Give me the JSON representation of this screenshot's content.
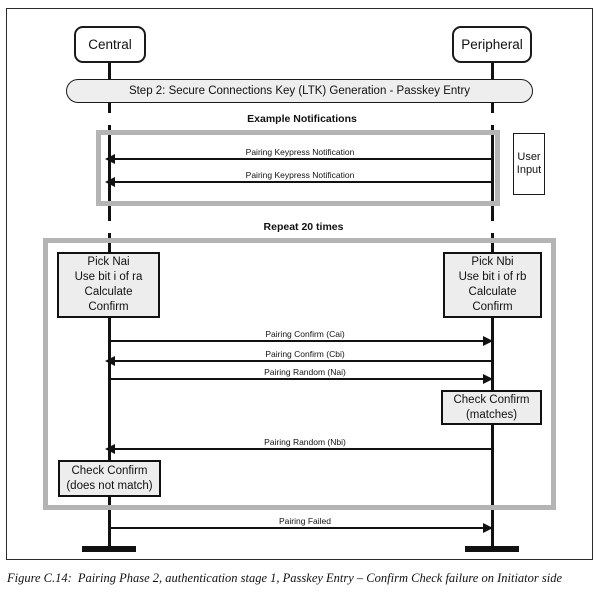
{
  "figure": {
    "caption_label": "Figure C.14:",
    "caption_text": "Pairing Phase 2, authentication stage 1, Passkey Entry – Confirm Check failure on Initiator side"
  },
  "actors": {
    "left": "Central",
    "right": "Peripheral"
  },
  "step_banner": {
    "label": "Step 2: Secure Connections Key (LTK) Generation - Passkey Entry"
  },
  "groups": {
    "notifications": {
      "title": "Example Notifications"
    },
    "repeat": {
      "title": "Repeat 20 times"
    }
  },
  "side_note": {
    "line1": "User",
    "line2": "Input"
  },
  "messages": [
    {
      "id": "keypress-1",
      "label": "Pairing Keypress Notification",
      "direction": "right-to-left"
    },
    {
      "id": "keypress-2",
      "label": "Pairing Keypress Notification",
      "direction": "right-to-left"
    },
    {
      "id": "pairing-confirm-cai",
      "label": "Pairing Confirm (Cai)",
      "direction": "left-to-right"
    },
    {
      "id": "pairing-confirm-cbi",
      "label": "Pairing Confirm (Cbi)",
      "direction": "right-to-left"
    },
    {
      "id": "pairing-random-nai",
      "label": "Pairing Random (Nai)",
      "direction": "left-to-right"
    },
    {
      "id": "pairing-random-nbi",
      "label": "Pairing Random (Nbi)",
      "direction": "right-to-left"
    },
    {
      "id": "pairing-failed",
      "label": "Pairing Failed",
      "direction": "left-to-right"
    }
  ],
  "actions": {
    "pick_nai": {
      "line1": "Pick Nai",
      "line2": "Use bit i of ra",
      "line3": "Calculate",
      "line4": "Confirm"
    },
    "pick_nbi": {
      "line1": "Pick Nbi",
      "line2": "Use bit i of rb",
      "line3": "Calculate",
      "line4": "Confirm"
    },
    "check_confirm_matches": {
      "line1": "Check Confirm",
      "line2": "(matches)"
    },
    "check_confirm_no_match": {
      "line1": "Check Confirm",
      "line2": "(does not match)"
    }
  },
  "colors": {
    "line": "#111111",
    "group_frame": "#b4b4b4",
    "action_fill": "#ededed",
    "banner_fill": "#eeeeee",
    "page_bg": "#ffffff"
  }
}
